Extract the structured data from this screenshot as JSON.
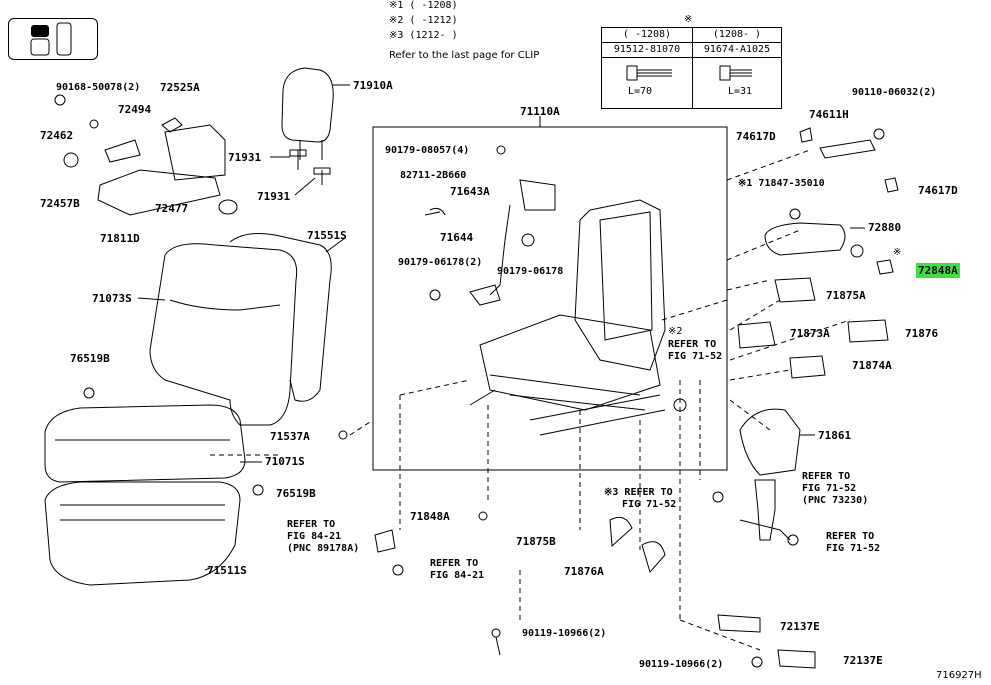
{
  "notes": {
    "n1": "※1 (  -1208)",
    "n2": "※2 (  -1212)",
    "n3": "※3 (1212-   )",
    "clip_ref": "Refer to the last page for CLIP",
    "star": "※"
  },
  "clip_table": {
    "col1_range": "(  -1208)",
    "col2_range": "(1208-  )",
    "col1_part": "91512-81070",
    "col2_part": "91674-A1025",
    "col1_len": "L=70",
    "col2_len": "L=31"
  },
  "labels": {
    "p90168": "90168-50078(2)",
    "p72525A": "72525A",
    "p72494": "72494",
    "p72462": "72462",
    "p72457B": "72457B",
    "p72477": "72477",
    "p71811D": "71811D",
    "p71910A": "71910A",
    "p71931a": "71931",
    "p71931b": "71931",
    "p71551S": "71551S",
    "p71073S": "71073S",
    "p76519Ba": "76519B",
    "p71537A": "71537A",
    "p71071S": "71071S",
    "p76519Bb": "76519B",
    "p71511S": "71511S",
    "p71110A": "71110A",
    "p90179_08057": "90179-08057(4)",
    "p82711": "82711-2B660",
    "p71643A": "71643A",
    "p71644": "71644",
    "p90179_06178a": "90179-06178(2)",
    "p90179_06178b": "90179-06178",
    "s2": "※2",
    "refer_71_52a": "REFER TO\nFIG 71-52",
    "p74611H": "74611H",
    "p90110": "90110-06032(2)",
    "p74617Da": "74617D",
    "p74617Db": "74617D",
    "p71847": "※1 71847-35010",
    "p72880": "72880",
    "star2": "※",
    "p72848A": "72848A",
    "p71875A": "71875A",
    "p71873A": "71873A",
    "p71876": "71876",
    "p71874A": "71874A",
    "p71861": "71861",
    "refer_71_52_73230": "REFER TO\nFIG 71-52\n(PNC 73230)",
    "refer_71_52c": "REFER TO\nFIG 71-52",
    "refer_71_52b": "※3 REFER TO\n   FIG 71-52",
    "refer_84_21a": "REFER TO\nFIG 84-21\n(PNC 89178A)",
    "refer_84_21b": "REFER TO\nFIG 84-21",
    "p71848A": "71848A",
    "p71875B": "71875B",
    "p71876A": "71876A",
    "p90119a": "90119-10966(2)",
    "p90119b": "90119-10966(2)",
    "p72137Ea": "72137E",
    "p72137Eb": "72137E",
    "diagram_id": "716927H"
  },
  "colors": {
    "highlight": "#3de03d",
    "line": "#000000"
  }
}
